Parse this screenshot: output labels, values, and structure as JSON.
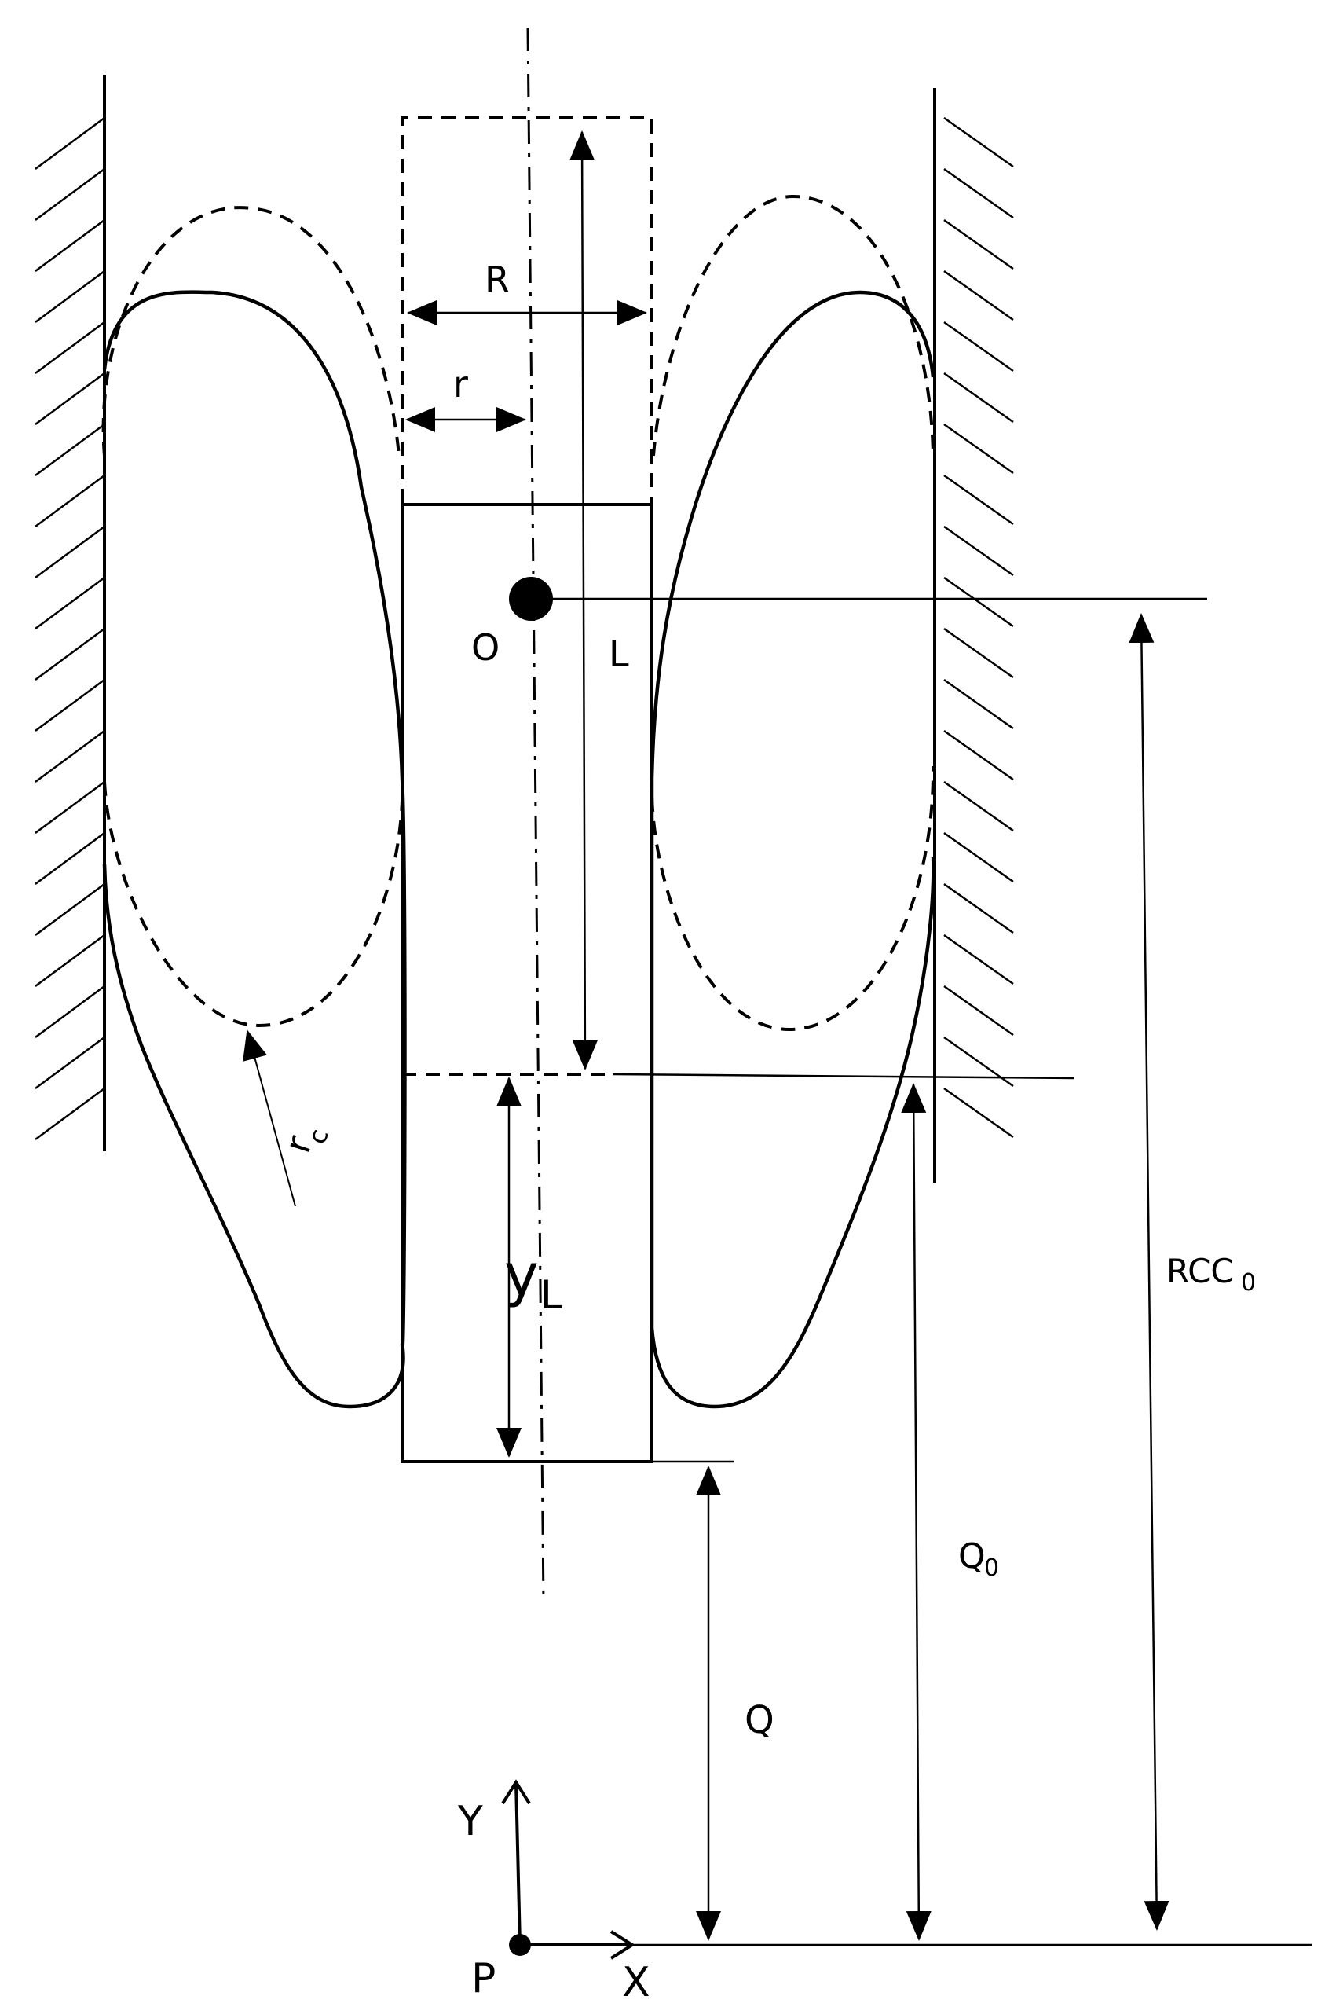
{
  "labels": {
    "R": "R",
    "r": "r",
    "O": "O",
    "L": "L",
    "rc_main": "r",
    "rc_sub": "c",
    "yL_main": "y",
    "yL_sub": "L",
    "RCC0_main": "RCC",
    "RCC0_sub": "0",
    "Q0_main": "Q",
    "Q0_sub": "0",
    "Q": "Q",
    "Y": "Y",
    "X": "X",
    "P": "P"
  },
  "colors": {
    "stroke": "#000000",
    "background": "#ffffff"
  }
}
